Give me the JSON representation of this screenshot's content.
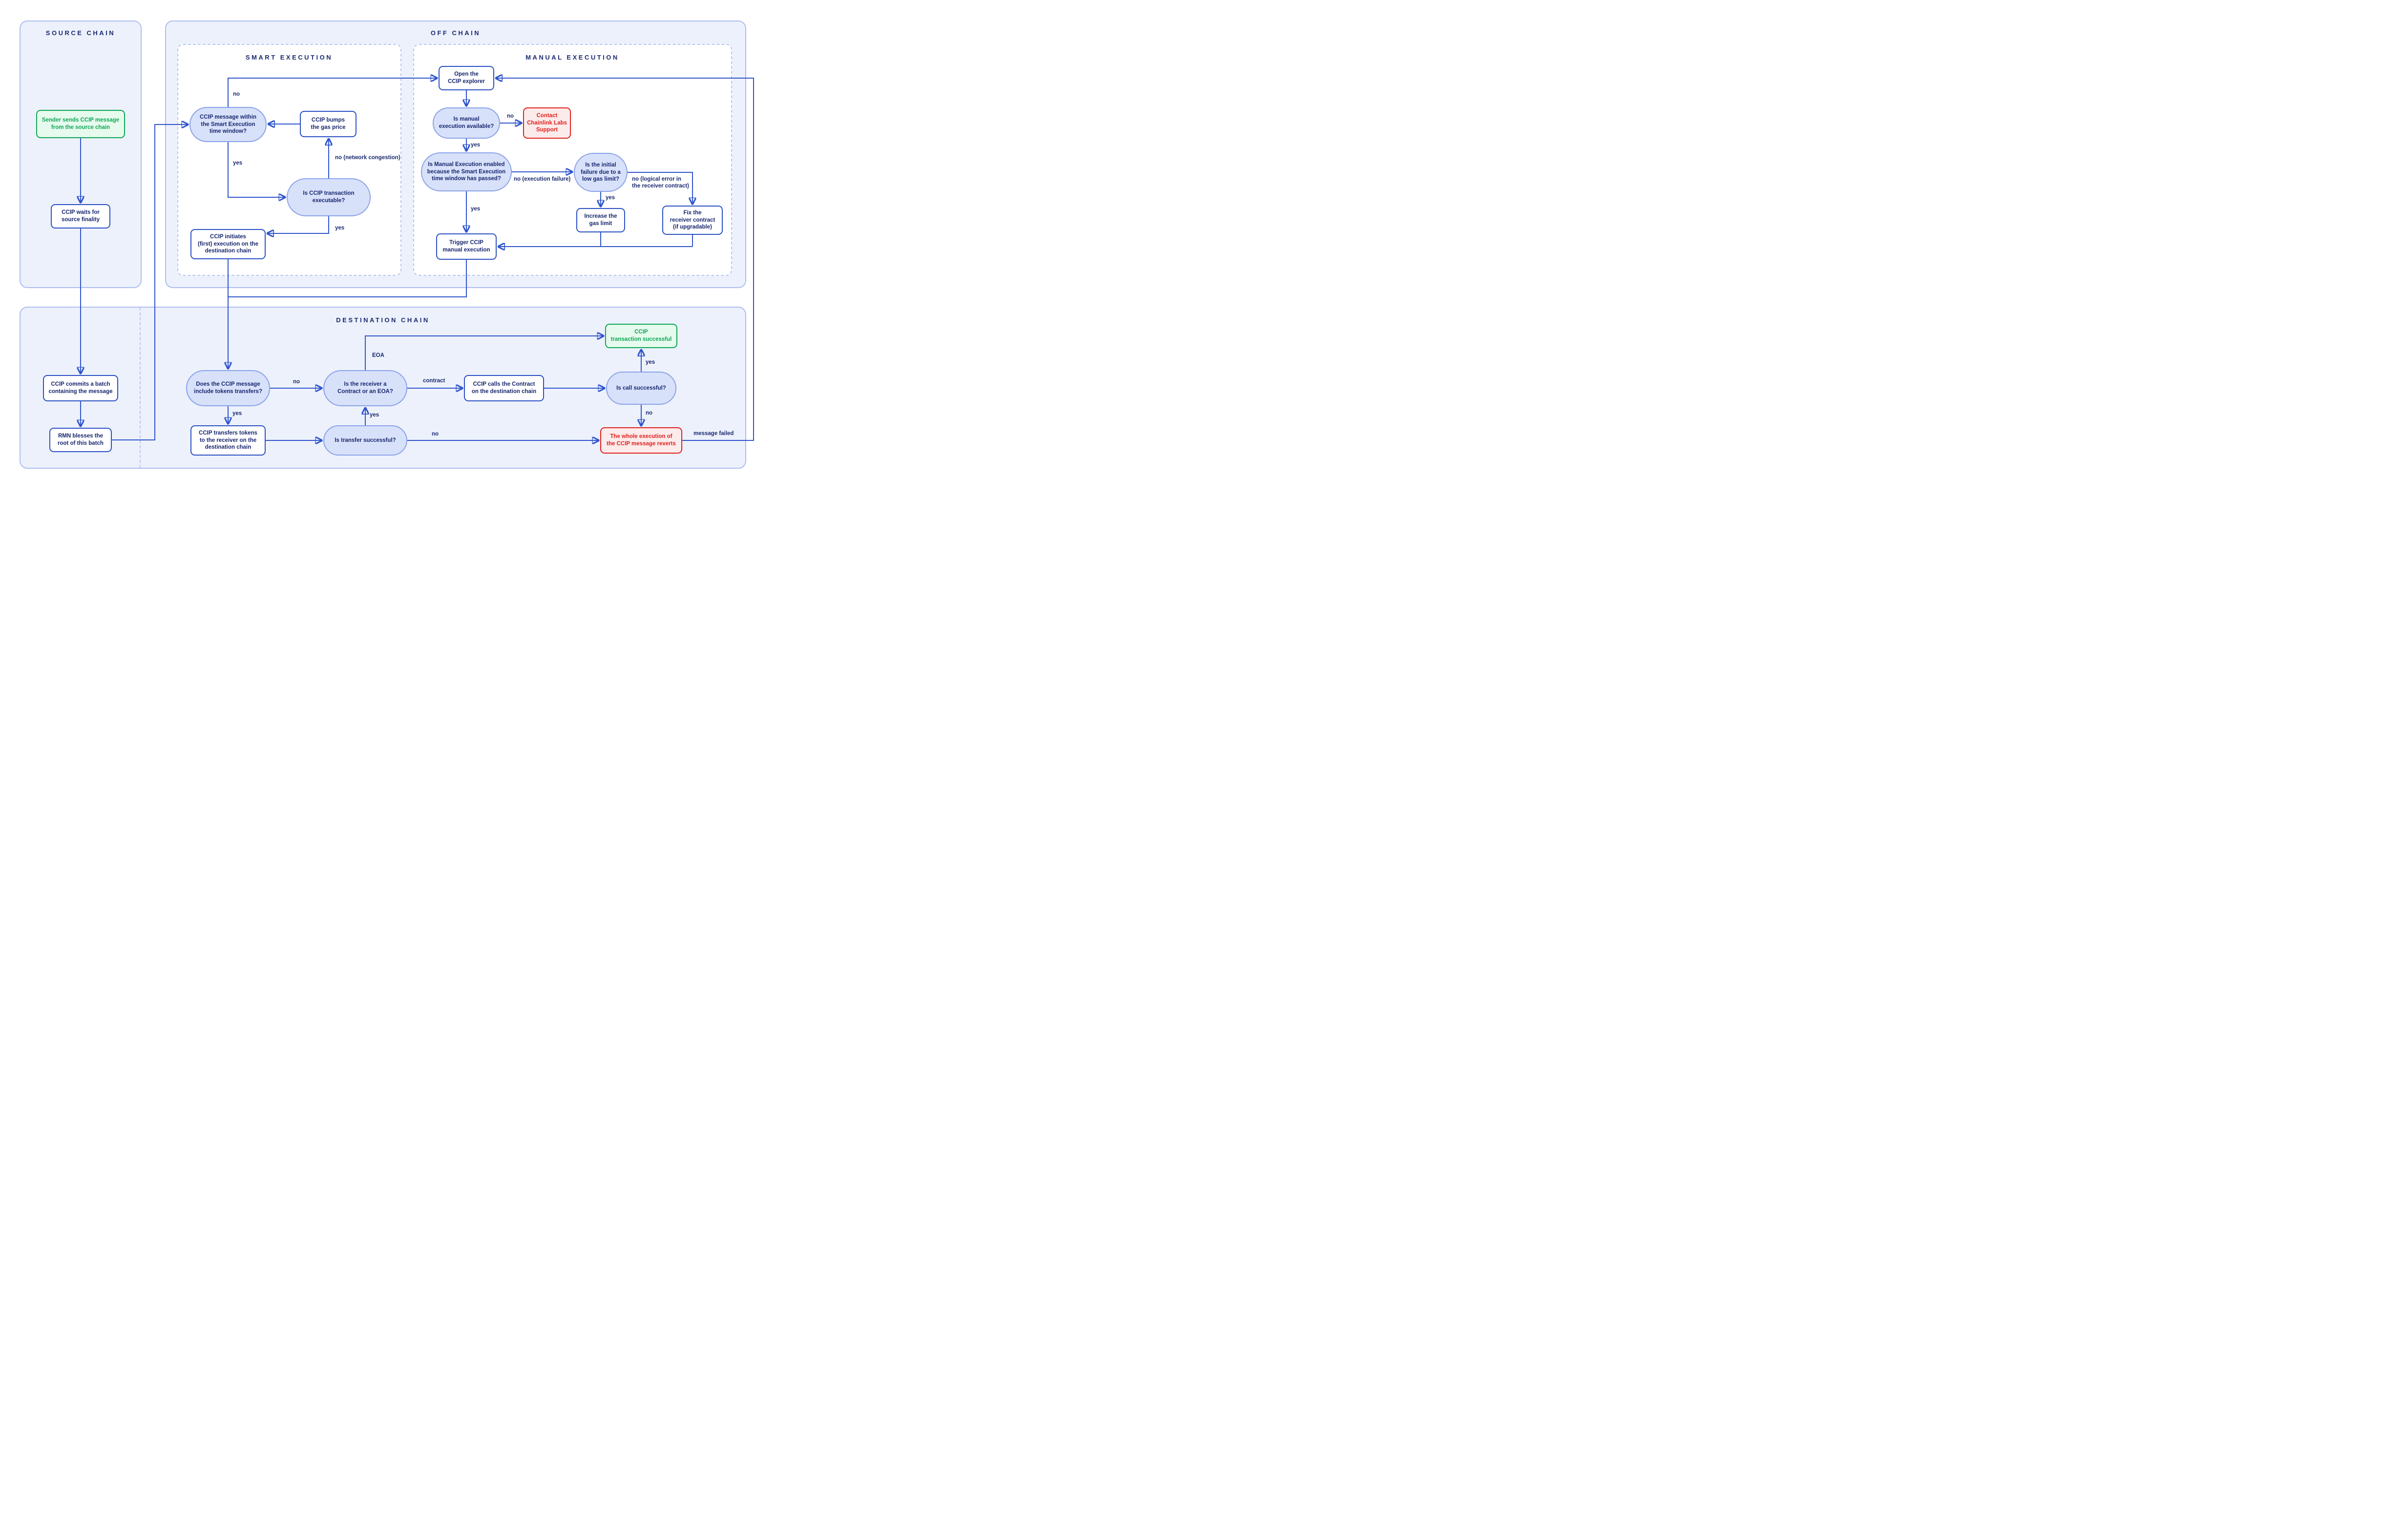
{
  "panels": {
    "source_chain": {
      "title": "SOURCE CHAIN"
    },
    "off_chain": {
      "title": "OFF CHAIN"
    },
    "smart_execution": {
      "title": "SMART EXECUTION"
    },
    "manual_execution": {
      "title": "MANUAL EXECUTION"
    },
    "destination_chain": {
      "title": "DESTINATION CHAIN"
    }
  },
  "nodes": {
    "sender_sends": {
      "label": "Sender sends CCIP message\nfrom the source chain",
      "type": "start-green"
    },
    "ccip_waits": {
      "label": "CCIP waits for\nsource finality",
      "type": "process"
    },
    "ccip_commits": {
      "label": "CCIP commits a batch\ncontaining the message",
      "type": "process"
    },
    "rmn_blesses": {
      "label": "RMN blesses the\nroot of this batch",
      "type": "process"
    },
    "within_window": {
      "label": "CCIP message within\nthe Smart Execution\ntime window?",
      "type": "decision"
    },
    "bumps_gas": {
      "label": "CCIP bumps\nthe gas price",
      "type": "process"
    },
    "executable": {
      "label": "Is CCIP transaction\nexecutable?",
      "type": "decision"
    },
    "initiates": {
      "label": "CCIP initiates\n(first) execution on the\ndestination chain",
      "type": "process"
    },
    "open_explorer": {
      "label": "Open the\nCCIP explorer",
      "type": "process"
    },
    "manual_available": {
      "label": "Is manual\nexecution available?",
      "type": "decision"
    },
    "contact_support": {
      "label": "Contact\nChainlink Labs\nSupport",
      "type": "end-red"
    },
    "manual_enabled": {
      "label": "Is Manual Execution enabled\nbecause the Smart Execution\ntime window has passed?",
      "type": "decision"
    },
    "initial_failure": {
      "label": "Is the initial\nfailure due to a\nlow gas limit?",
      "type": "decision"
    },
    "increase_gas": {
      "label": "Increase the\ngas limit",
      "type": "process"
    },
    "fix_receiver": {
      "label": "Fix the\nreceiver contract\n(if upgradable)",
      "type": "process"
    },
    "trigger_manual": {
      "label": "Trigger CCIP\nmanual execution",
      "type": "process"
    },
    "includes_tokens": {
      "label": "Does the CCIP message\ninclude tokens transfers?",
      "type": "decision"
    },
    "receiver_type": {
      "label": "Is the receiver a\nContract or an EOA?",
      "type": "decision"
    },
    "calls_contract": {
      "label": "CCIP calls the Contract\non the destination chain",
      "type": "process"
    },
    "call_successful": {
      "label": "Is call successful?",
      "type": "decision"
    },
    "tx_successful": {
      "label": "CCIP\ntransaction successful",
      "type": "end-green"
    },
    "transfers_tokens": {
      "label": "CCIP transfers tokens\nto the receiver on the\ndestination chain",
      "type": "process"
    },
    "transfer_successful": {
      "label": "Is transfer successful?",
      "type": "decision"
    },
    "reverts": {
      "label": "The whole execution of\nthe CCIP message reverts",
      "type": "end-red"
    }
  },
  "edge_labels": {
    "within_no": "no",
    "within_yes": "yes",
    "congestion": "no (network congestion)",
    "executable_yes": "yes",
    "available_no": "no",
    "available_yes": "yes",
    "execution_failure": "no (execution failure)",
    "enabled_yes": "yes",
    "initial_yes": "yes",
    "logical_error": "no (logical error in\nthe receiver contract)",
    "eoa": "EOA",
    "contract": "contract",
    "call_yes": "yes",
    "call_no": "no",
    "message_failed": "message failed",
    "tokens_no": "no",
    "tokens_yes": "yes",
    "transfer_yes": "yes",
    "transfer_no": "no"
  },
  "colors": {
    "line_blue": "#2f55cc",
    "node_border_blue": "#2b50c4",
    "pill_fill": "#d8e1fa",
    "pill_border": "#8aa2e8",
    "panel_fill": "#edf1fc",
    "panel_border": "#aebdf2",
    "success_green": "#0ca853",
    "error_red": "#e0201c",
    "text_navy": "#17266e"
  }
}
